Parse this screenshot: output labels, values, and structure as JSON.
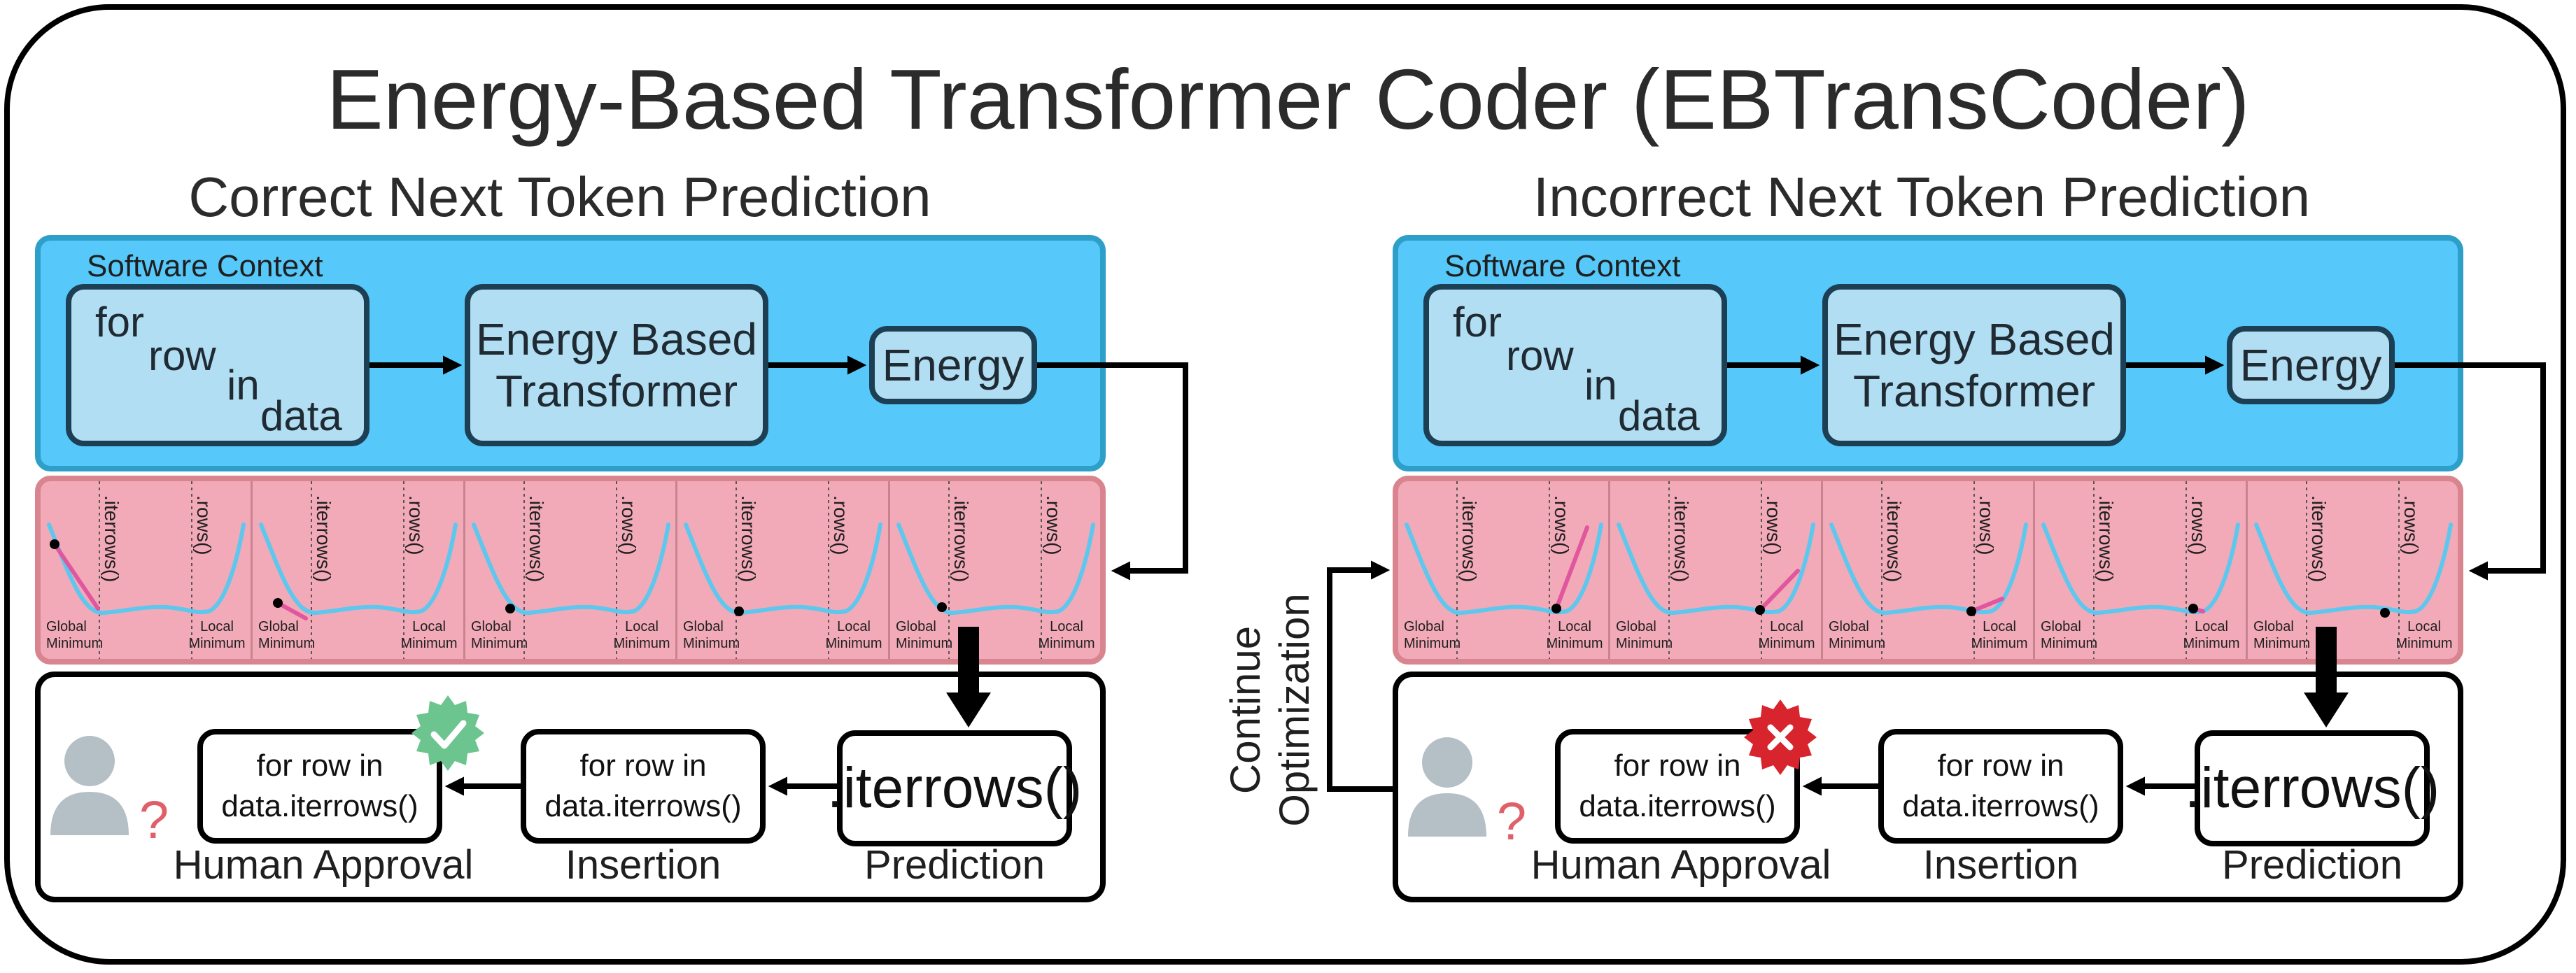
{
  "title": "Energy-Based Transformer Coder (EBTransCoder)",
  "sections": {
    "correct": {
      "heading": "Correct Next Token Prediction"
    },
    "incorrect": {
      "heading": "Incorrect Next Token Prediction"
    }
  },
  "context": {
    "label": "Software Context",
    "code_words": [
      "for",
      "row",
      "in",
      "data"
    ],
    "ebt_label": "Energy Based Transformer",
    "energy_label": "Energy"
  },
  "landscape": {
    "left_token": ".iterrows()",
    "right_token": ".rows()",
    "global_minimum": "Global Minimum",
    "local_minimum": "Local Minimum",
    "colors": {
      "curve": "#5ec7ee",
      "step": "#e0569f",
      "point": "#000000",
      "background": "#f3aab8"
    }
  },
  "pipeline": {
    "prediction_value": ".iterrows()",
    "prediction_caption": "Prediction",
    "insertion_value": "for row in data.iterrows()",
    "insertion_caption": "Insertion",
    "approval_value": "for row in data.iterrows()",
    "approval_caption": "Human Approval",
    "question_mark": "?"
  },
  "loop_label": "Continue Optimization",
  "badges": {
    "approved_color": "#6cc48e",
    "rejected_color": "#d8242c"
  }
}
